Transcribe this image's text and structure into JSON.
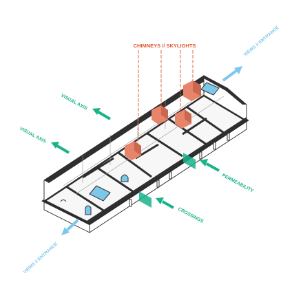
{
  "labels": {
    "chimneys_skylights": "CHIMNEYS // SKYLIGHTS",
    "views_entrance_top": "VIEWS // ENTRANCE",
    "views_entrance_bottom": "VIEWS // ENTRANCE",
    "visual_axis_upper": "VISUAL AXIS",
    "visual_axis_lower": "VISUAL AXIS",
    "permeability": "PERMEABILITY",
    "crossings": "CROSSINGS"
  },
  "colors": {
    "chimney": "#e8846a",
    "chimney_dark": "#c9684f",
    "label_orange": "#e0552e",
    "axis_green": "#19b38a",
    "axis_green_dark": "#0f9a74",
    "view_blue": "#7cc7ea",
    "wall": "#333333"
  }
}
